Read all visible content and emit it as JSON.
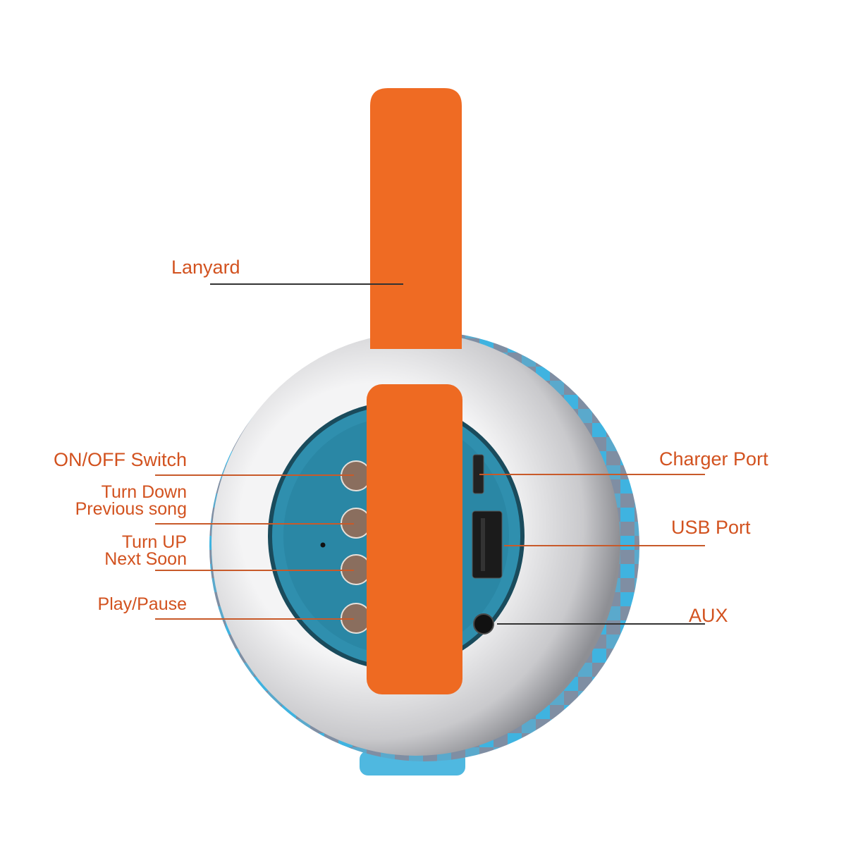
{
  "colors": {
    "label": "#d2521f",
    "strap": "#ee6a22",
    "panel": "#2f8fae",
    "fabric": "#6a8fae",
    "silver": "#d8d8da"
  },
  "labels": {
    "lanyard": "Lanyard",
    "on_off": "ON/OFF Switch",
    "turn_down_1": "Turn Down",
    "turn_down_2": "Previous song",
    "turn_up_1": "Turn UP",
    "turn_up_2": "Next Soon",
    "play_pause": "Play/Pause",
    "charger": "Charger Port",
    "usb": "USB Port",
    "aux": "AUX"
  }
}
